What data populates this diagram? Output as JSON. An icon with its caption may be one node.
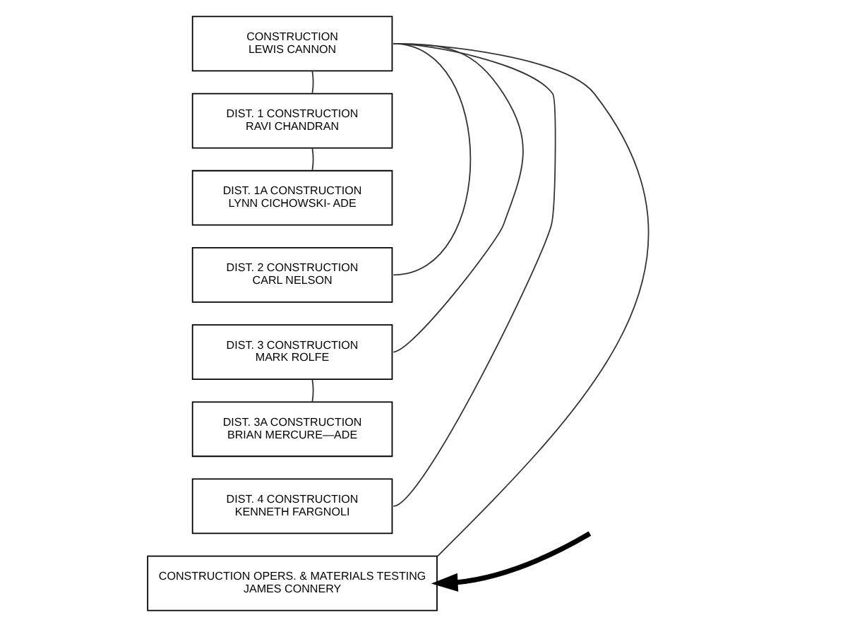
{
  "diagram": {
    "nodes": [
      {
        "text": [
          "CONSTRUCTION",
          "LEWIS CANNON"
        ]
      },
      {
        "text": [
          "DIST. 1 CONSTRUCTION",
          "RAVI CHANDRAN"
        ]
      },
      {
        "text": [
          "DIST. 1A CONSTRUCTION",
          "LYNN CICHOWSKI- ADE"
        ]
      },
      {
        "text": [
          "DIST. 2 CONSTRUCTION",
          "CARL NELSON"
        ]
      },
      {
        "text": [
          "DIST. 3 CONSTRUCTION",
          "MARK ROLFE"
        ]
      },
      {
        "text": [
          "DIST. 3A CONSTRUCTION",
          "BRIAN MERCURE—ADE"
        ]
      },
      {
        "text": [
          "DIST. 4 CONSTRUCTION",
          "KENNETH FARGNOLI"
        ]
      },
      {
        "text": [
          "CONSTRUCTION OPERS. & MATERIALS TESTING",
          "JAMES CONNERY"
        ]
      }
    ],
    "edges": [
      {
        "from": 0,
        "to": 1,
        "arrow": "none"
      },
      {
        "from": 1,
        "to": 2,
        "arrow": "none"
      },
      {
        "from": 0,
        "to": 3,
        "arrow": "none"
      },
      {
        "from": 0,
        "to": 4,
        "arrow": "none"
      },
      {
        "from": 4,
        "to": 5,
        "arrow": "none"
      },
      {
        "from": 0,
        "to": 6,
        "arrow": "none"
      },
      {
        "from": 0,
        "to": 7,
        "arrow": "none"
      },
      {
        "from": null,
        "to": 7,
        "arrow": "to",
        "style": "thick"
      }
    ]
  }
}
